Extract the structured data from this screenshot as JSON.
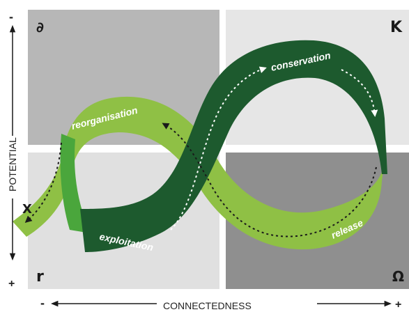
{
  "corners": {
    "top_left": "∂",
    "top_right": "K",
    "bottom_left": "r",
    "bottom_right": "Ω",
    "exit": "X"
  },
  "axes": {
    "y_label": "POTENTIAL",
    "y_top_sign": "-",
    "y_bottom_sign": "+",
    "x_label": "CONNECTEDNESS",
    "x_left_sign": "-",
    "x_right_sign": "+"
  },
  "phases": {
    "conservation": "conservation",
    "reorganisation": "reorganisation",
    "exploitation": "exploitation",
    "release": "release"
  },
  "colors": {
    "quadrant_dark": "#b7b7b7",
    "quadrant_light": "#e6e6e6",
    "quadrant_darkest": "#8f8f8f",
    "band_light": "#8fc045",
    "band_dark": "#1d5a2e",
    "band_mid": "#4aa63c"
  }
}
